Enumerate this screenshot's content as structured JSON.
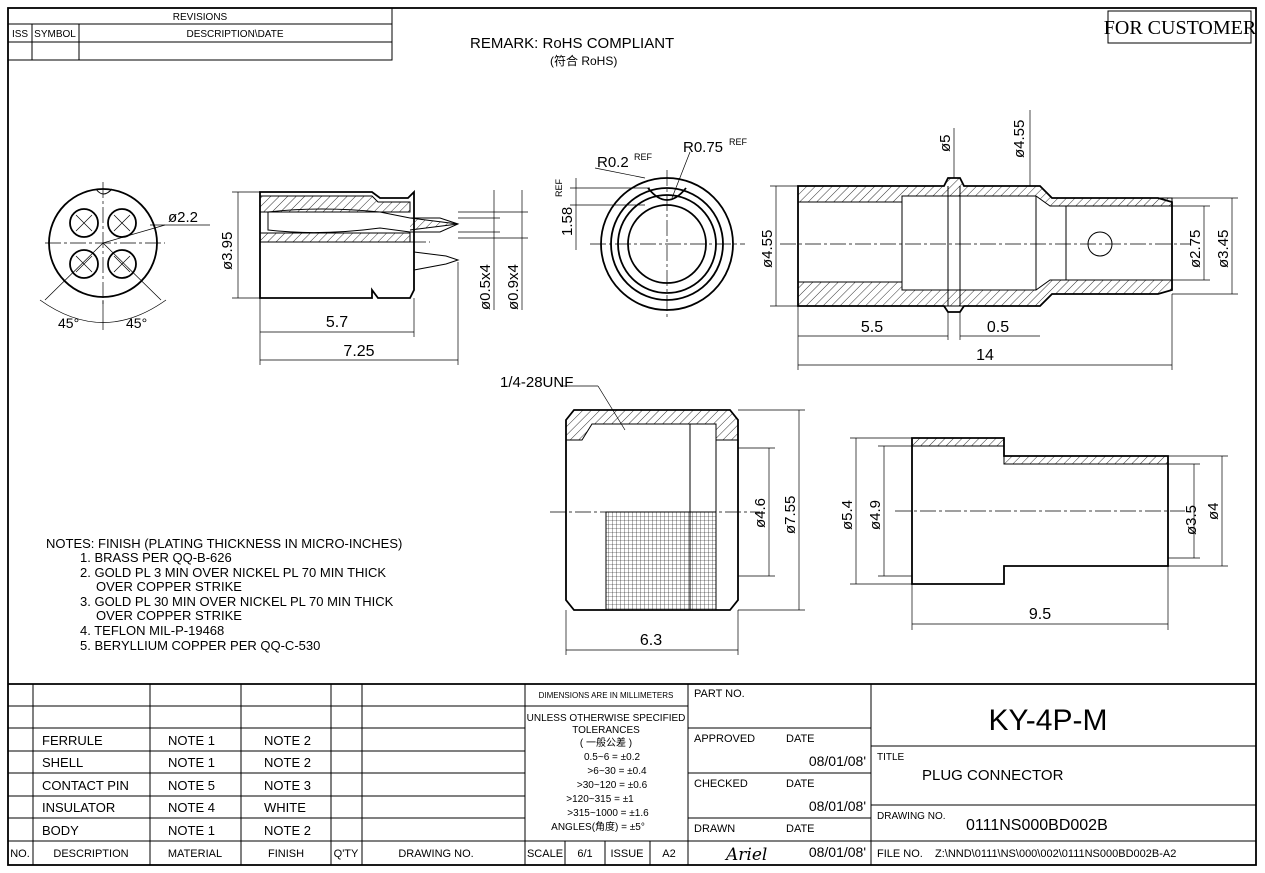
{
  "revisions": {
    "title": "REVISIONS",
    "col_iss": "ISS",
    "col_symbol": "SYMBOL",
    "col_desc": "DESCRIPTION\\DATE"
  },
  "remark": {
    "line1": "REMARK: RoHS COMPLIANT",
    "line2": "(符合 RoHS)"
  },
  "stamp": "FOR CUSTOMER",
  "dims": {
    "d2_2": "ø2.2",
    "a45l": "45°",
    "a45r": "45°",
    "d3_95": "ø3.95",
    "l5_7": "5.7",
    "l7_25": "7.25",
    "d0_5x4": "ø0.5x4",
    "d0_9x4": "ø0.9x4",
    "r0_2": "R0.2",
    "r0_2ref": "REF",
    "r0_75": "R0.75",
    "r0_75ref": "REF",
    "h1_58": "1.58",
    "h1_58ref": "REF",
    "d5": "ø5",
    "d4_55top": "ø4.55",
    "d4_55": "ø4.55",
    "d2_75": "ø2.75",
    "d3_45": "ø3.45",
    "l5_5": "5.5",
    "l0_5": "0.5",
    "l14": "14",
    "thread": "1/4-28UNF",
    "d4_6": "ø4.6",
    "d7_55": "ø7.55",
    "l6_3": "6.3",
    "d5_4": "ø5.4",
    "d4_9": "ø4.9",
    "d3_5": "ø3.5",
    "d4": "ø4",
    "l9_5": "9.5"
  },
  "notes": [
    "NOTES: FINISH (PLATING THICKNESS IN MICRO-INCHES)",
    "1. BRASS PER QQ-B-626",
    "2. GOLD PL 3 MIN OVER NICKEL PL 70 MIN THICK",
    "OVER COPPER STRIKE",
    "3. GOLD PL 30 MIN OVER NICKEL PL 70 MIN THICK",
    "OVER COPPER STRIKE",
    "4. TEFLON MIL-P-19468",
    "5. BERYLLIUM COPPER PER QQ-C-530"
  ],
  "bom": {
    "rows": [
      {
        "desc": "FERRULE",
        "material": "NOTE 1",
        "finish": "NOTE 2"
      },
      {
        "desc": "SHELL",
        "material": "NOTE 1",
        "finish": "NOTE 2"
      },
      {
        "desc": "CONTACT PIN",
        "material": "NOTE 5",
        "finish": "NOTE 3"
      },
      {
        "desc": "INSULATOR",
        "material": "NOTE 4",
        "finish": "WHITE"
      },
      {
        "desc": "BODY",
        "material": "NOTE 1",
        "finish": "NOTE 2"
      }
    ],
    "headers": {
      "no": "NO.",
      "desc": "DESCRIPTION",
      "material": "MATERIAL",
      "finish": "FINISH",
      "qty": "Q'TY",
      "drawing_no": "DRAWING NO."
    }
  },
  "tolerance": {
    "units": "DIMENSIONS ARE IN MILLIMETERS",
    "l1": "UNLESS OTHERWISE SPECIFIED",
    "l2": "TOLERANCES",
    "l3": "( 一般公差 )",
    "rows": [
      "0.5~6  =  ±0.2",
      ">6~30  =  ±0.4",
      ">30~120  =  ±0.6",
      ">120~315  =  ±1",
      ">315~1000  =  ±1.6",
      "ANGLES(角度)  =  ±5°"
    ]
  },
  "scale_label": "SCALE",
  "scale_value": "6/1",
  "issue_label": "ISSUE",
  "issue_value": "A2",
  "sign": {
    "part_no": "PART NO.",
    "approved": "APPROVED",
    "checked": "CHECKED",
    "drawn": "DRAWN",
    "date_label": "DATE",
    "approved_date": "08/01/08'",
    "checked_date": "08/01/08'",
    "drawn_date": "08/01/08'",
    "drawn_by": "Ariel"
  },
  "title_block": {
    "part_number": "KY-4P-M",
    "title_label": "TITLE",
    "title": "PLUG CONNECTOR",
    "drawing_no_label": "DRAWING NO.",
    "drawing_no": "0111NS000BD002B",
    "file_no_label": "FILE NO.",
    "file_no": "Z:\\NND\\0111\\NS\\000\\002\\0111NS000BD002B-A2"
  }
}
